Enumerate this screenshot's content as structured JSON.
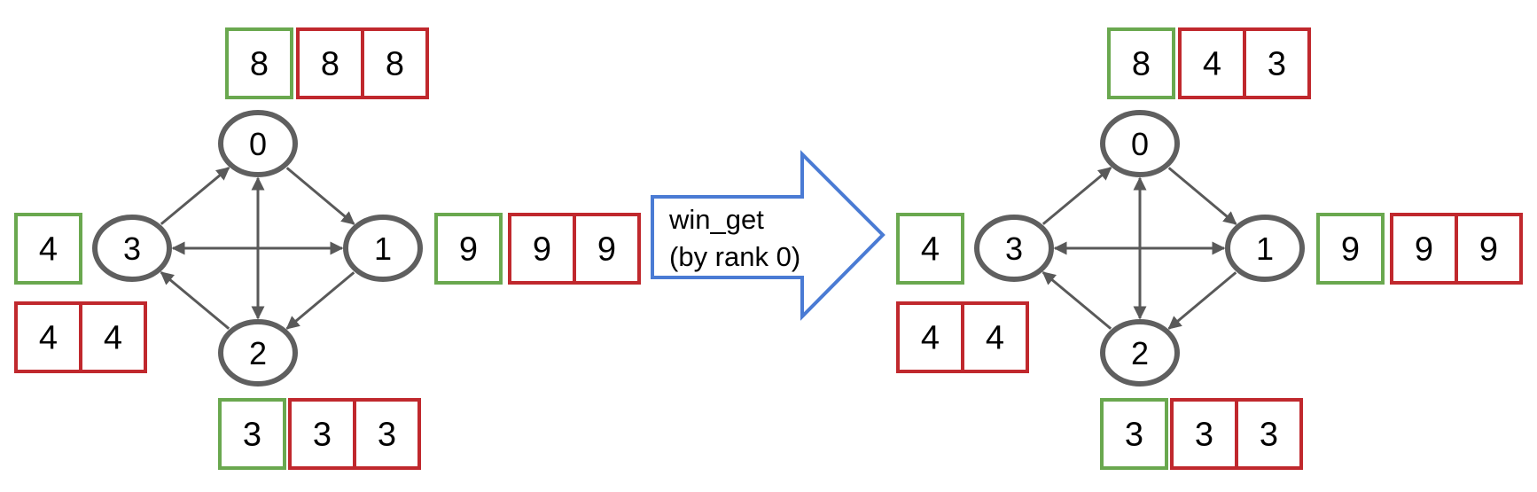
{
  "colors": {
    "green": "#6aa84f",
    "red": "#c0282d",
    "node": "#5f5f5f",
    "edge": "#595959",
    "arrow": "#4a7bd4",
    "text": "#000000"
  },
  "arrow": {
    "line1": "win_get",
    "line2": "(by rank 0)"
  },
  "graphs": [
    {
      "id": "before",
      "nodes": [
        {
          "rank": "0",
          "label": "0",
          "local": "8",
          "window": [
            "8",
            "8"
          ]
        },
        {
          "rank": "1",
          "label": "1",
          "local": "9",
          "window": [
            "9",
            "9"
          ]
        },
        {
          "rank": "2",
          "label": "2",
          "local": "3",
          "window": [
            "3",
            "3"
          ]
        },
        {
          "rank": "3",
          "label": "3",
          "local": "4",
          "window": [
            "4",
            "4"
          ]
        }
      ]
    },
    {
      "id": "after",
      "nodes": [
        {
          "rank": "0",
          "label": "0",
          "local": "8",
          "window": [
            "4",
            "3"
          ]
        },
        {
          "rank": "1",
          "label": "1",
          "local": "9",
          "window": [
            "9",
            "9"
          ]
        },
        {
          "rank": "2",
          "label": "2",
          "local": "3",
          "window": [
            "3",
            "3"
          ]
        },
        {
          "rank": "3",
          "label": "3",
          "local": "4",
          "window": [
            "4",
            "4"
          ]
        }
      ]
    }
  ]
}
